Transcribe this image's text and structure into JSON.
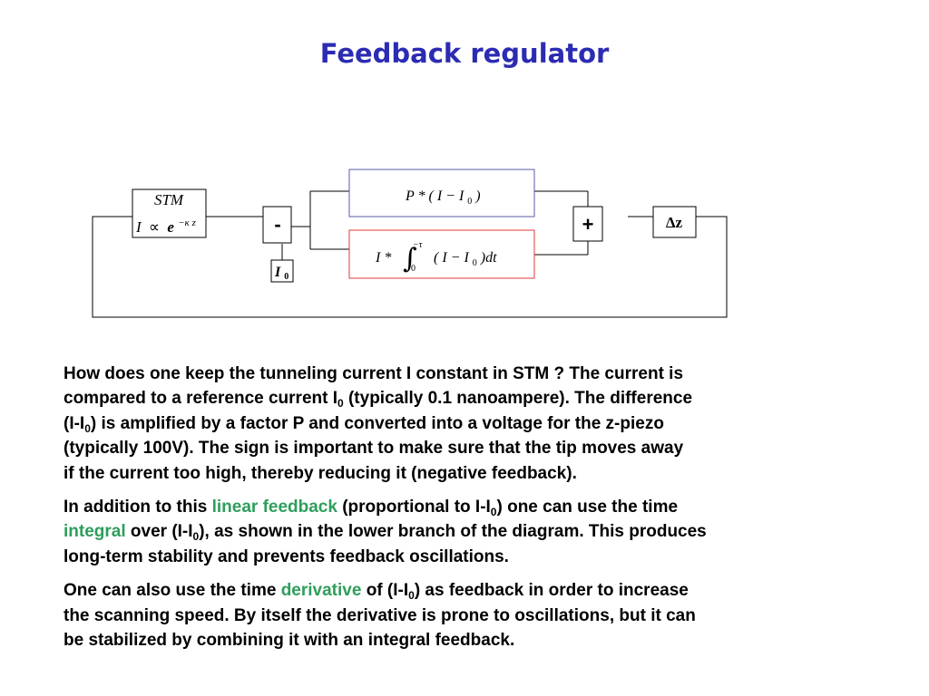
{
  "title": "Feedback regulator",
  "colors": {
    "title": "#2b2bb3",
    "highlight": "#2e9e5b",
    "proportional_box": "#5a5aa8",
    "integral_box": "#e23a3a"
  },
  "diagram": {
    "stm_label": "STM",
    "stm_I": "I",
    "stm_prop": "∝",
    "stm_e": "e",
    "stm_exp": "−κ z",
    "minus": "-",
    "I0_I": "I",
    "I0_sub": "0",
    "prop_text": "P * ( I − I",
    "prop_sub": "0",
    "prop_close": " )",
    "int_I": "I *",
    "int_sign": "∫",
    "int_upper": "−τ",
    "int_lower": "0",
    "int_body": "( I − I",
    "int_sub": "0",
    "int_close": " )dt",
    "plus": "+",
    "dz": "Δz"
  },
  "paragraphs": {
    "p1": {
      "l1": "How does one keep the tunneling current I constant in STM ?  The current is",
      "l2a": "compared to a reference current I",
      "l2s": "0",
      "l2b": " (typically 0.1 nanoampere). The difference",
      "l3a": "(I-I",
      "l3s": "0",
      "l3b": ") is amplified by a factor P and converted into a voltage for the z-piezo",
      "l4": "(typically 100V). The sign is important to make sure that the tip moves away",
      "l5": "if the current too high, thereby reducing it (negative feedback)."
    },
    "p2": {
      "l1a": "In addition to this ",
      "l1g": "linear feedback",
      "l1b": " (proportional to I-I",
      "l1s": "0",
      "l1c": ") one can use the time",
      "l2g": "integral",
      "l2a": " over (I-I",
      "l2s": "0",
      "l2b": "), as shown in the lower branch of the diagram. This produces",
      "l3": "long-term stability and prevents feedback oscillations."
    },
    "p3": {
      "l1a": "One can also use the time ",
      "l1g": "derivative",
      "l1b": " of (I-I",
      "l1s": "0",
      "l1c": ")  as feedback in order to increase",
      "l2": "the scanning speed. By itself the derivative is prone to oscillations, but it can",
      "l3": "be stabilized by combining it with an integral feedback."
    }
  }
}
